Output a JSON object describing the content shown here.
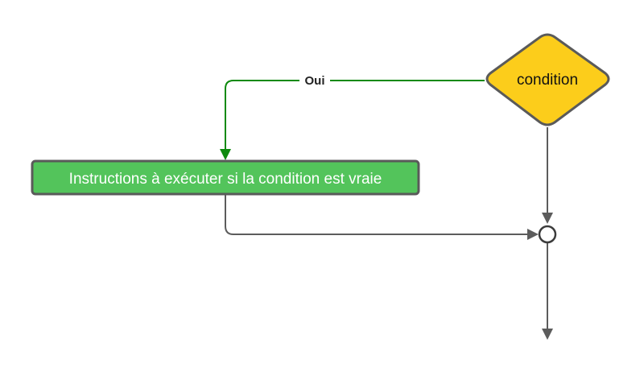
{
  "diagram": {
    "decision": {
      "label": "condition",
      "fill": "#fccd1b",
      "stroke": "#5a5a5a"
    },
    "action": {
      "label": "Instructions à exécuter si la condition est vraie",
      "fill": "#53c45b",
      "stroke": "#5a5a5a",
      "text_color": "#ffffff"
    },
    "yes_branch": {
      "label": "Oui",
      "color": "#0e8a0e"
    },
    "connector_color": "#5c5c5c"
  }
}
